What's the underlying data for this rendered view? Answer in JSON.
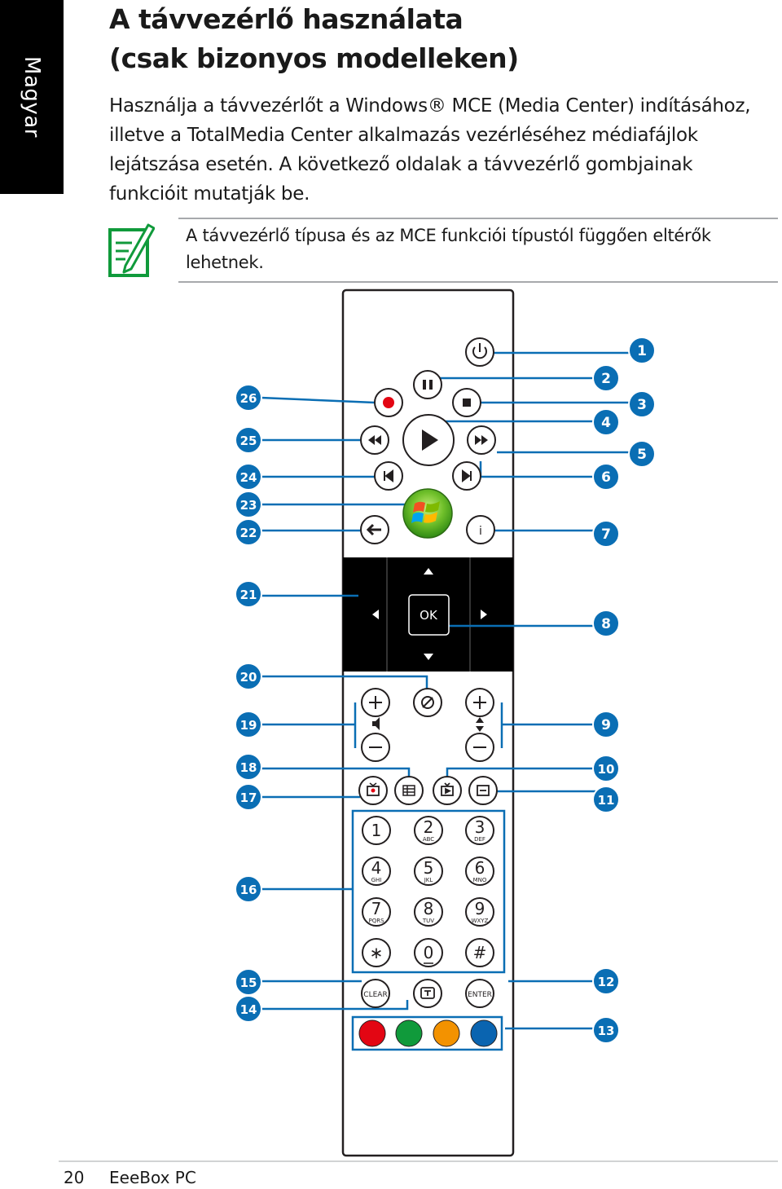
{
  "side_tab": "Magyar",
  "title_lines": [
    "A távvezérlő használata",
    "(csak bizonyos modelleken)"
  ],
  "intro_lines": [
    "Használja a távvezérlőt a Windows® MCE (Media Center) indításához,",
    "illetve a TotalMedia Center alkalmazás vezérléséhez médiafájlok",
    "lejátszása esetén. A következő oldalak a távvezérlő gombjainak",
    "funkcióit mutatják be."
  ],
  "note_lines": [
    "A távvezérlő típusa és az MCE funkciói típustól függően eltérők",
    "lehetnek."
  ],
  "remote": {
    "ok_label": "OK",
    "info_label": "i",
    "clear_label": "CLEAR",
    "enter_label": "ENTER",
    "keypad": [
      {
        "digit": "1",
        "letters": ""
      },
      {
        "digit": "2",
        "letters": "ABC"
      },
      {
        "digit": "3",
        "letters": "DEF"
      },
      {
        "digit": "4",
        "letters": "GHI"
      },
      {
        "digit": "5",
        "letters": "JKL"
      },
      {
        "digit": "6",
        "letters": "MNO"
      },
      {
        "digit": "7",
        "letters": "PQRS"
      },
      {
        "digit": "8",
        "letters": "TUV"
      },
      {
        "digit": "9",
        "letters": "WXYZ"
      },
      {
        "digit": "∗",
        "letters": ""
      },
      {
        "digit": "0",
        "letters": ""
      },
      {
        "digit": "#",
        "letters": ""
      }
    ],
    "color_buttons": [
      "#e30613",
      "#109a3b",
      "#f39200",
      "#0a64b0"
    ],
    "accent_color": "#0a6eb4",
    "callouts_right": [
      "1",
      "2",
      "3",
      "4",
      "5",
      "6",
      "7",
      "8",
      "9",
      "10",
      "11",
      "12",
      "13"
    ],
    "callouts_left": [
      "26",
      "25",
      "24",
      "23",
      "22",
      "21",
      "20",
      "19",
      "18",
      "17",
      "16",
      "15",
      "14"
    ]
  },
  "footer": {
    "page_number": "20",
    "product": "EeeBox PC"
  }
}
